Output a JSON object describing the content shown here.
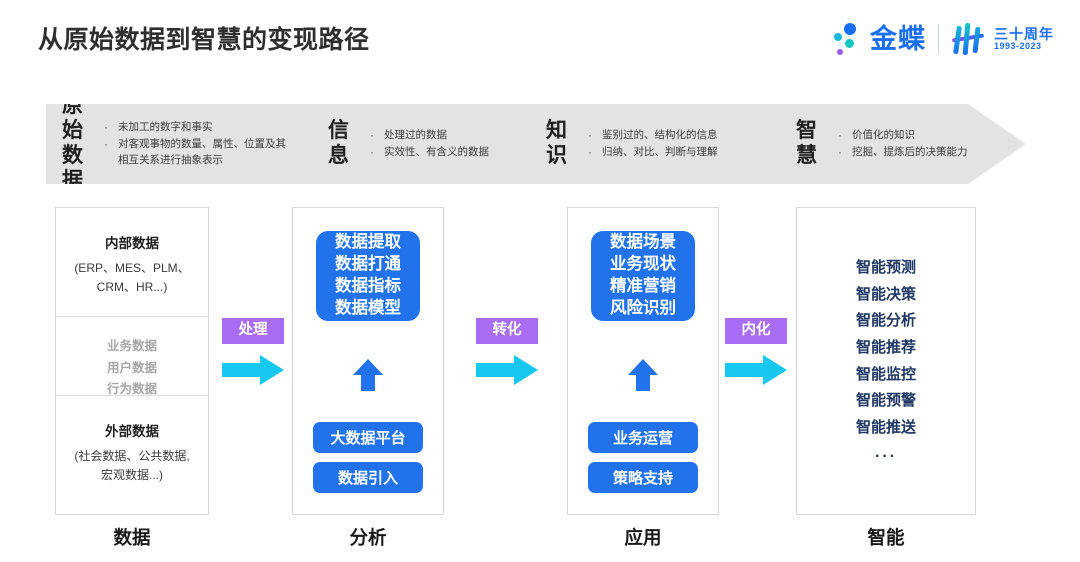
{
  "header": {
    "title": "从原始数据到智慧的变现路径",
    "brand": {
      "name": "金蝶",
      "anniversary_title": "三十周年",
      "anniversary_years": "1993-2023"
    }
  },
  "banner": {
    "stages": [
      {
        "name": "原始\n数据",
        "bullets": [
          "未加工的数字和事实",
          "对客观事物的数量、属性、位置及其相互关系进行抽象表示"
        ]
      },
      {
        "name": "信\n息",
        "bullets": [
          "处理过的数据",
          "实效性、有含义的数据"
        ]
      },
      {
        "name": "知\n识",
        "bullets": [
          "鉴别过的、结构化的信息",
          "归纳、对比、判断与理解"
        ]
      },
      {
        "name": "智\n慧",
        "bullets": [
          "价值化的知识",
          "挖掘、提炼后的决策能力"
        ]
      }
    ]
  },
  "columns": {
    "data": {
      "label": "数据",
      "internal": {
        "title": "内部数据",
        "subtitle": "(ERP、MES、PLM、\nCRM、HR...)"
      },
      "middle_items": [
        "业务数据",
        "用户数据",
        "行为数据"
      ],
      "external": {
        "title": "外部数据",
        "subtitle": "(社会数据、公共数据,\n宏观数据...)"
      }
    },
    "analysis": {
      "label": "分析",
      "main_block": "数据提取\n数据打通\n数据指标\n数据模型",
      "pills": [
        "大数据平台",
        "数据引入"
      ]
    },
    "application": {
      "label": "应用",
      "main_block": "数据场景\n业务现状\n精准营销\n风险识别",
      "pills": [
        "业务运营",
        "策略支持"
      ]
    },
    "intelligence": {
      "label": "智能",
      "items": [
        "智能预测",
        "智能决策",
        "智能分析",
        "智能推荐",
        "智能监控",
        "智能预警",
        "智能推送"
      ],
      "ellipsis": "···"
    }
  },
  "connectors": [
    {
      "label": "处理"
    },
    {
      "label": "转化"
    },
    {
      "label": "内化"
    }
  ],
  "colors": {
    "brand_blue": "#1a6ff0",
    "block_blue": "#2272ec",
    "connector_purple": "#a96cf5",
    "connector_arrow_cyan": "#16c8f0",
    "intel_navy": "#1f3864",
    "banner_gray": "#e3e3e3",
    "muted_gray": "#a7a7a7"
  }
}
